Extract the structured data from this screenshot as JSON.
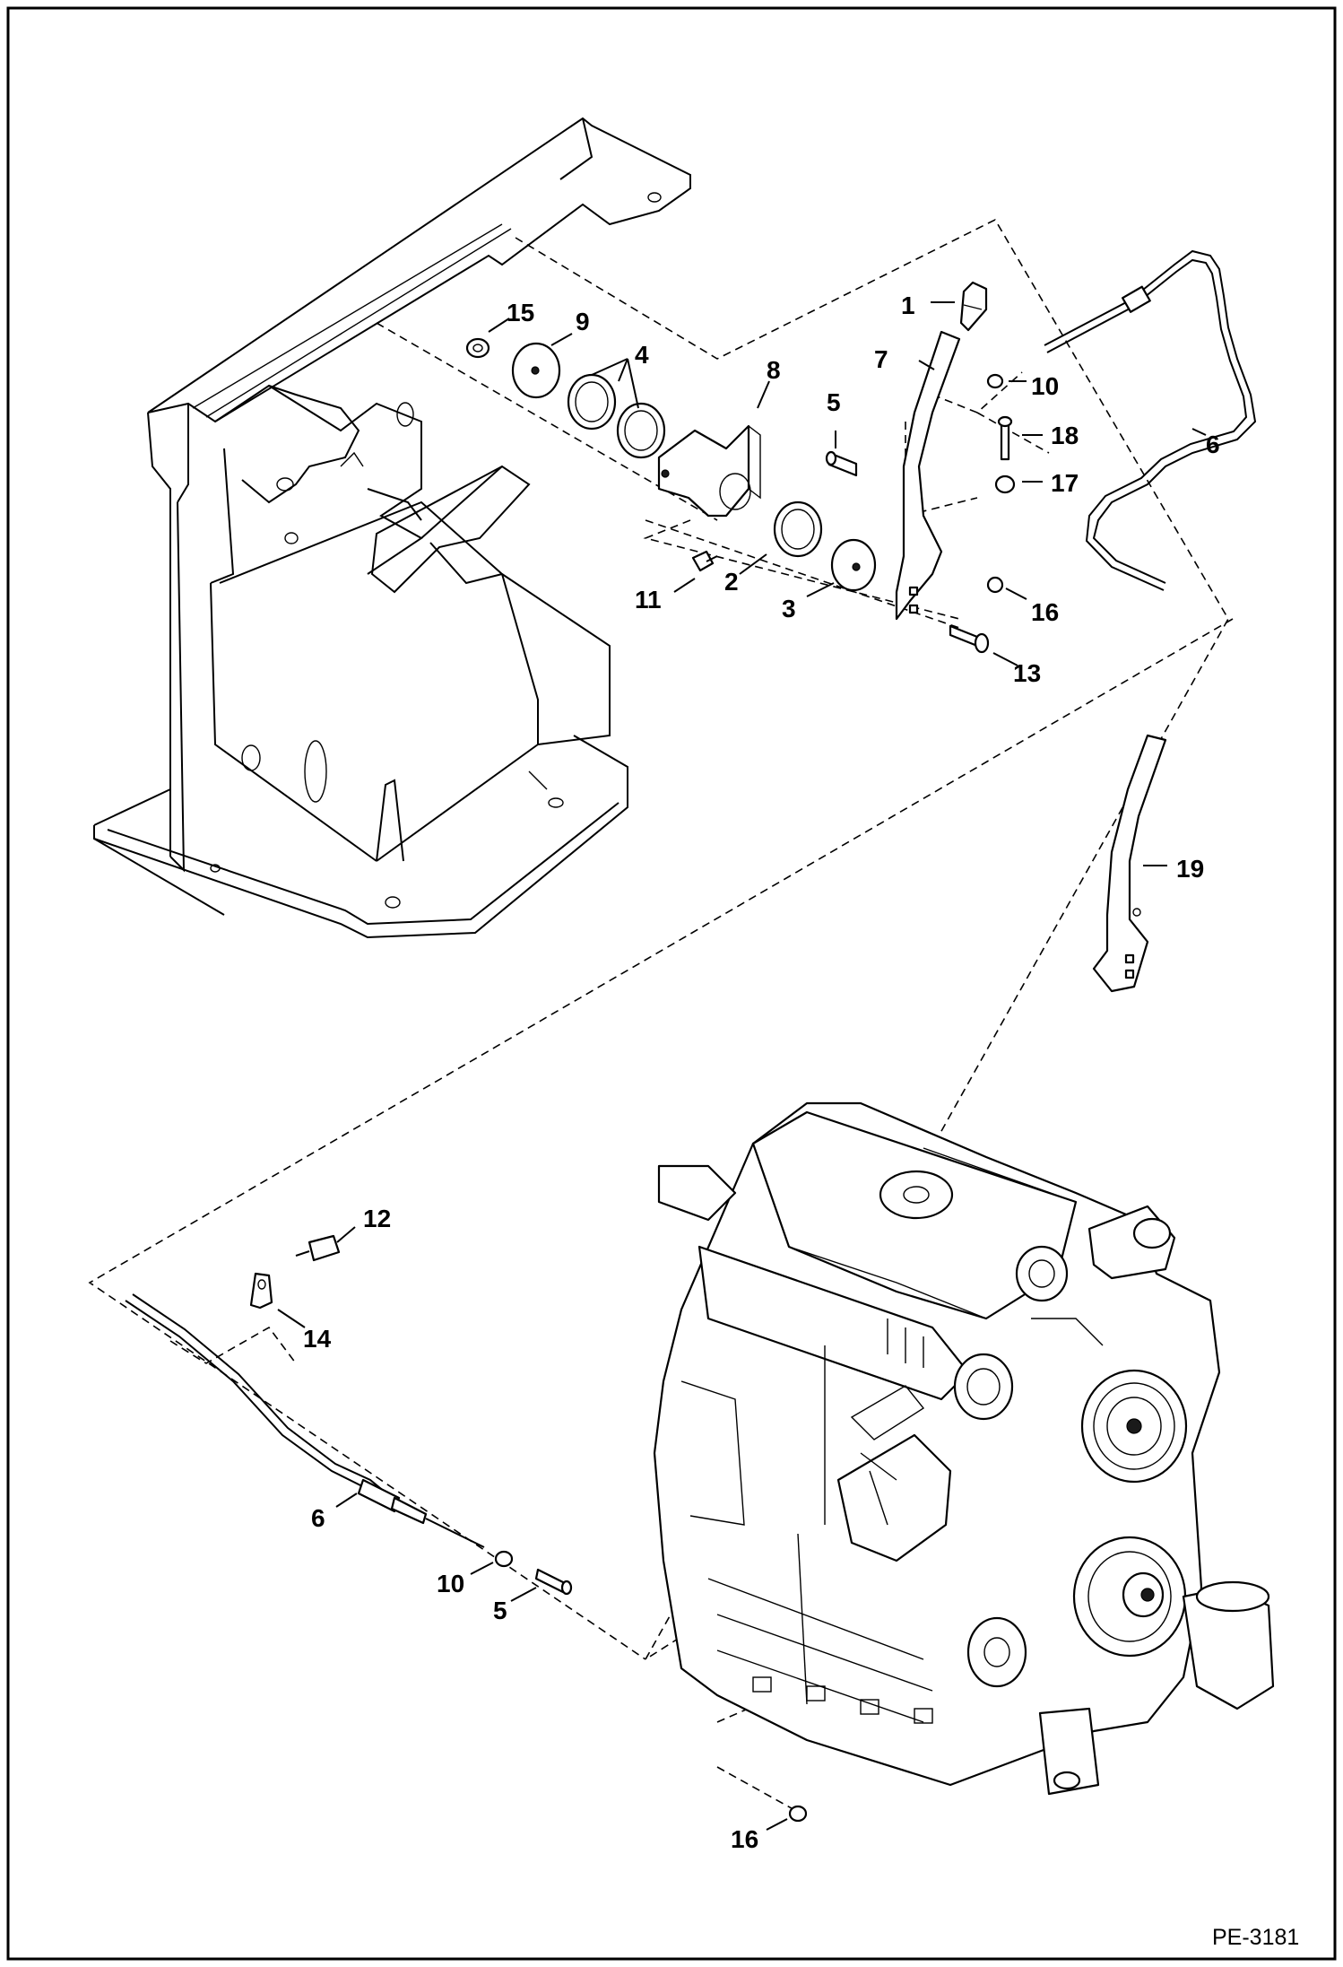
{
  "callouts": {
    "c1": "1",
    "c2": "2",
    "c3": "3",
    "c4": "4",
    "c5_top": "5",
    "c6_top": "6",
    "c7": "7",
    "c8": "8",
    "c9": "9",
    "c10_top": "10",
    "c11": "11",
    "c13": "13",
    "c15": "15",
    "c16_top": "16",
    "c17": "17",
    "c18": "18",
    "c19": "19",
    "c12": "12",
    "c14": "14",
    "c6_bottom": "6",
    "c10_bottom": "10",
    "c5_bottom": "5",
    "c16_bottom": "16"
  },
  "figure_id": "PE-3181"
}
